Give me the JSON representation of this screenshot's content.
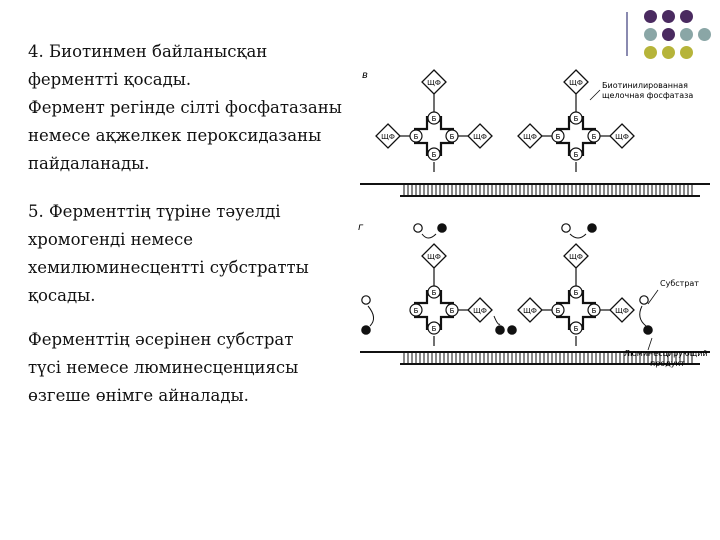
{
  "slide": {
    "paragraph_4": [
      "4. Биотинмен байланысқан",
      "ферментті қосады.",
      "Фермент регінде сілті фосфатазаны",
      "немесе ақжелкек пероксидазаны",
      "пайдаланады."
    ],
    "paragraph_5": [
      "5. Ферменттің түріне тәуелді",
      "хромогенді немесе",
      "хемилюминесцентті субстратты",
      "қосады."
    ],
    "paragraph_6": [
      "Ферменттің әсерінен субстрат",
      "түсі немесе люминесценциясы",
      "өзгеше өнімге  айналады."
    ]
  },
  "decor": {
    "dot_colors": [
      "#4a2a60",
      "#4a2a60",
      "#4a2a60",
      "#8aa6a6",
      "#4a2a60",
      "#8aa6a6",
      "#8aa6a6",
      "#b6b43a",
      "#b6b43a",
      "#b6b43a"
    ]
  },
  "diagram": {
    "panel_b_label": "в",
    "panel_g_label": "г",
    "enzyme_label": "ЩФ",
    "biotin_label": "Б",
    "annotation_enzyme": [
      "Биотинилированная",
      "щелочная фосфатаза"
    ],
    "annotation_substrate": "Субстрат",
    "annotation_product": [
      "Люминесцирующий",
      "продукт"
    ]
  }
}
